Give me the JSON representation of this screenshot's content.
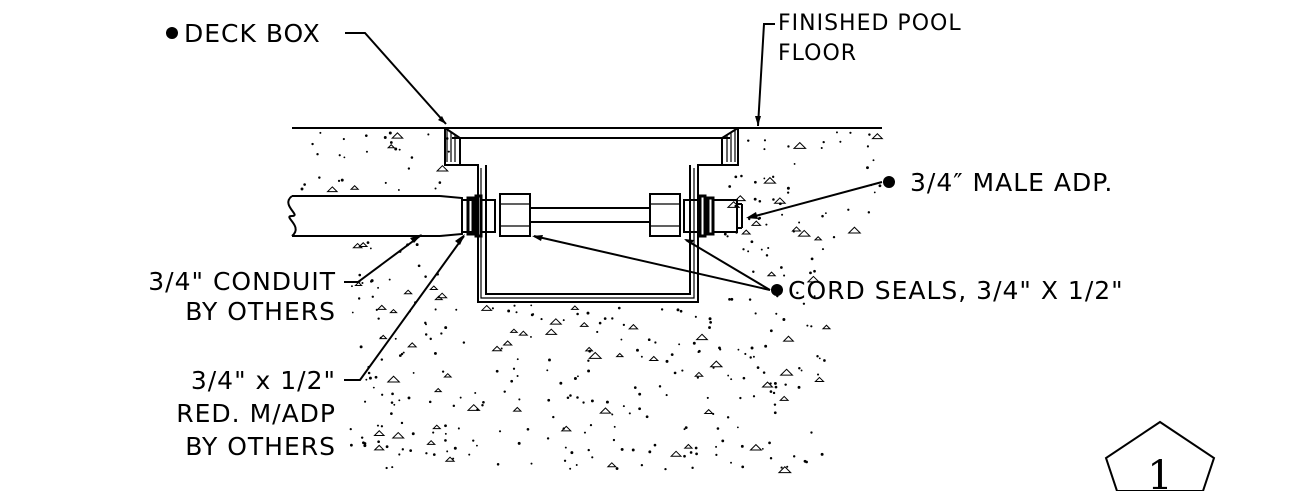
{
  "labels": {
    "deck_box": "DECK BOX",
    "finished_pool_floor_line1": "FINISHED POOL",
    "finished_pool_floor_line2": "FLOOR",
    "male_adp": "3/4″ MALE ADP.",
    "conduit_line1": "3/4\" CONDUIT",
    "conduit_line2": "BY OTHERS",
    "cord_seals": "CORD SEALS, 3/4\" X 1/2\"",
    "reducer_line1": "3/4\" x 1/2\"",
    "reducer_line2": "RED. M/ADP",
    "reducer_line3": "BY OTHERS"
  },
  "detail_callout": "1",
  "colors": {
    "ink": "#000000",
    "paper": "#ffffff"
  }
}
